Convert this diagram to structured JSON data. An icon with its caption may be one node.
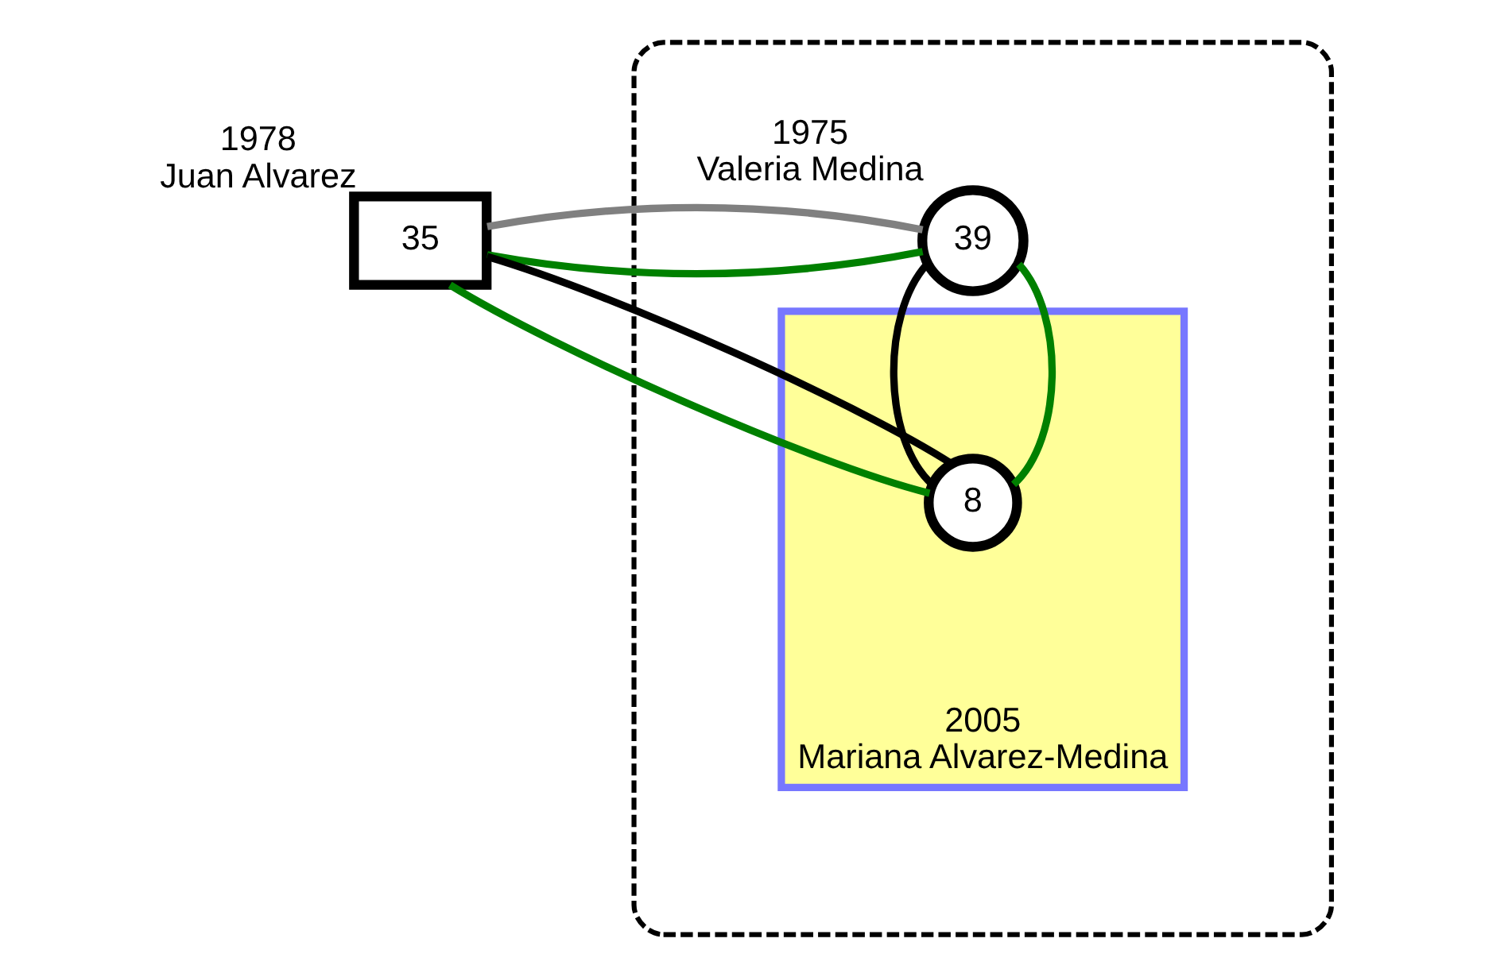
{
  "diagram": {
    "nodes": [
      {
        "text": [],
        "shape": "box"
      },
      {
        "text": [
          "35"
        ],
        "beside": [
          "1978",
          "Juan Alvarez"
        ]
      },
      {
        "text": [
          "39"
        ],
        "beside": [
          "1975",
          "Valeria Medina"
        ],
        "in": 0
      },
      {
        "text": [
          "2005",
          "Mariana Alvarez-Medina"
        ],
        "in": 0
      },
      {
        "text": [
          "8"
        ],
        "in": 3
      }
    ],
    "edges": [
      {
        "from": 1,
        "to": 2,
        "arrow": "none"
      },
      {
        "from": 1,
        "to": 2,
        "arrow": "none",
        "color": "#808080"
      },
      {
        "from": 1,
        "to": 4,
        "arrow": "none"
      },
      {
        "from": 1,
        "to": 4,
        "arrow": "none",
        "color": "#000000"
      },
      {
        "from": 2,
        "to": 4,
        "arrow": "none",
        "color": "#000000"
      },
      {
        "from": 2,
        "to": 4,
        "arrow": "none"
      }
    ]
  }
}
